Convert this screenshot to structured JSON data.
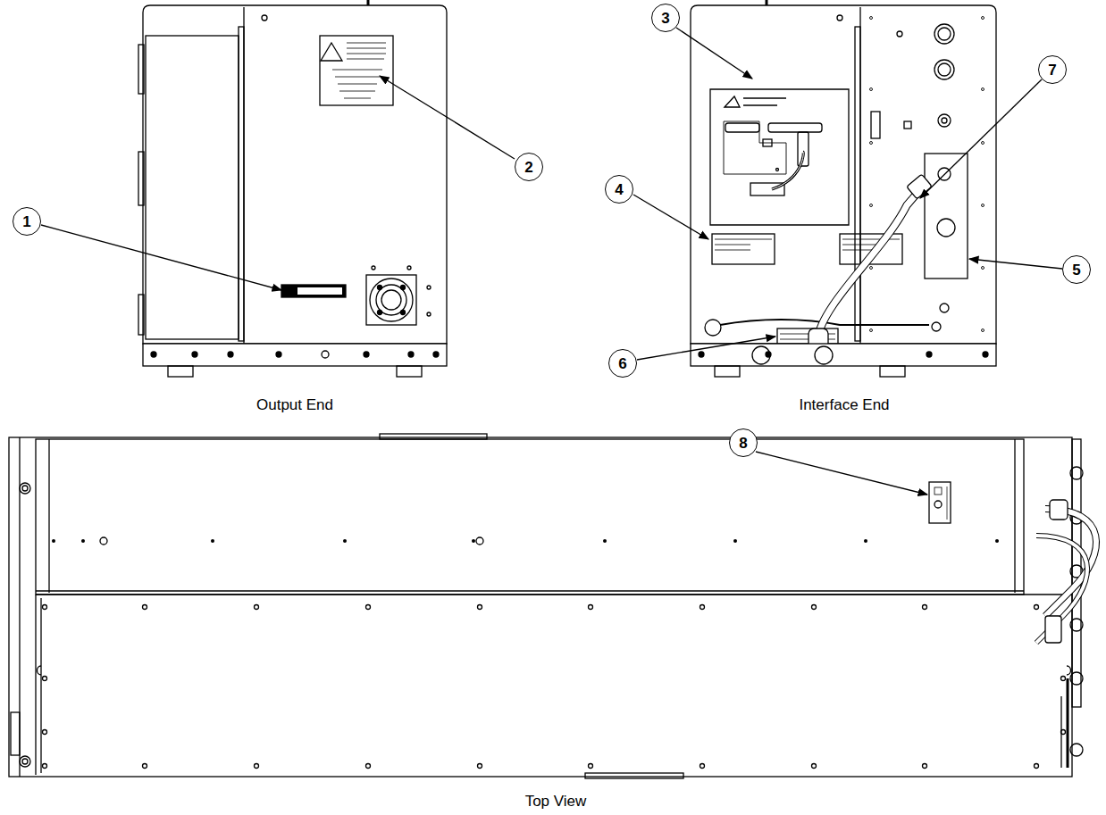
{
  "diagram": {
    "nodes": [
      {
        "text": [
          "1"
        ]
      },
      {
        "text": [
          "2"
        ]
      },
      {
        "text": [
          "3"
        ]
      },
      {
        "text": [
          "4"
        ]
      },
      {
        "text": [
          "5"
        ]
      },
      {
        "text": [
          "6"
        ]
      },
      {
        "text": [
          "7"
        ]
      },
      {
        "text": [
          "8"
        ]
      }
    ],
    "labels": [
      "Output End",
      "Interface End",
      "Top View"
    ]
  }
}
